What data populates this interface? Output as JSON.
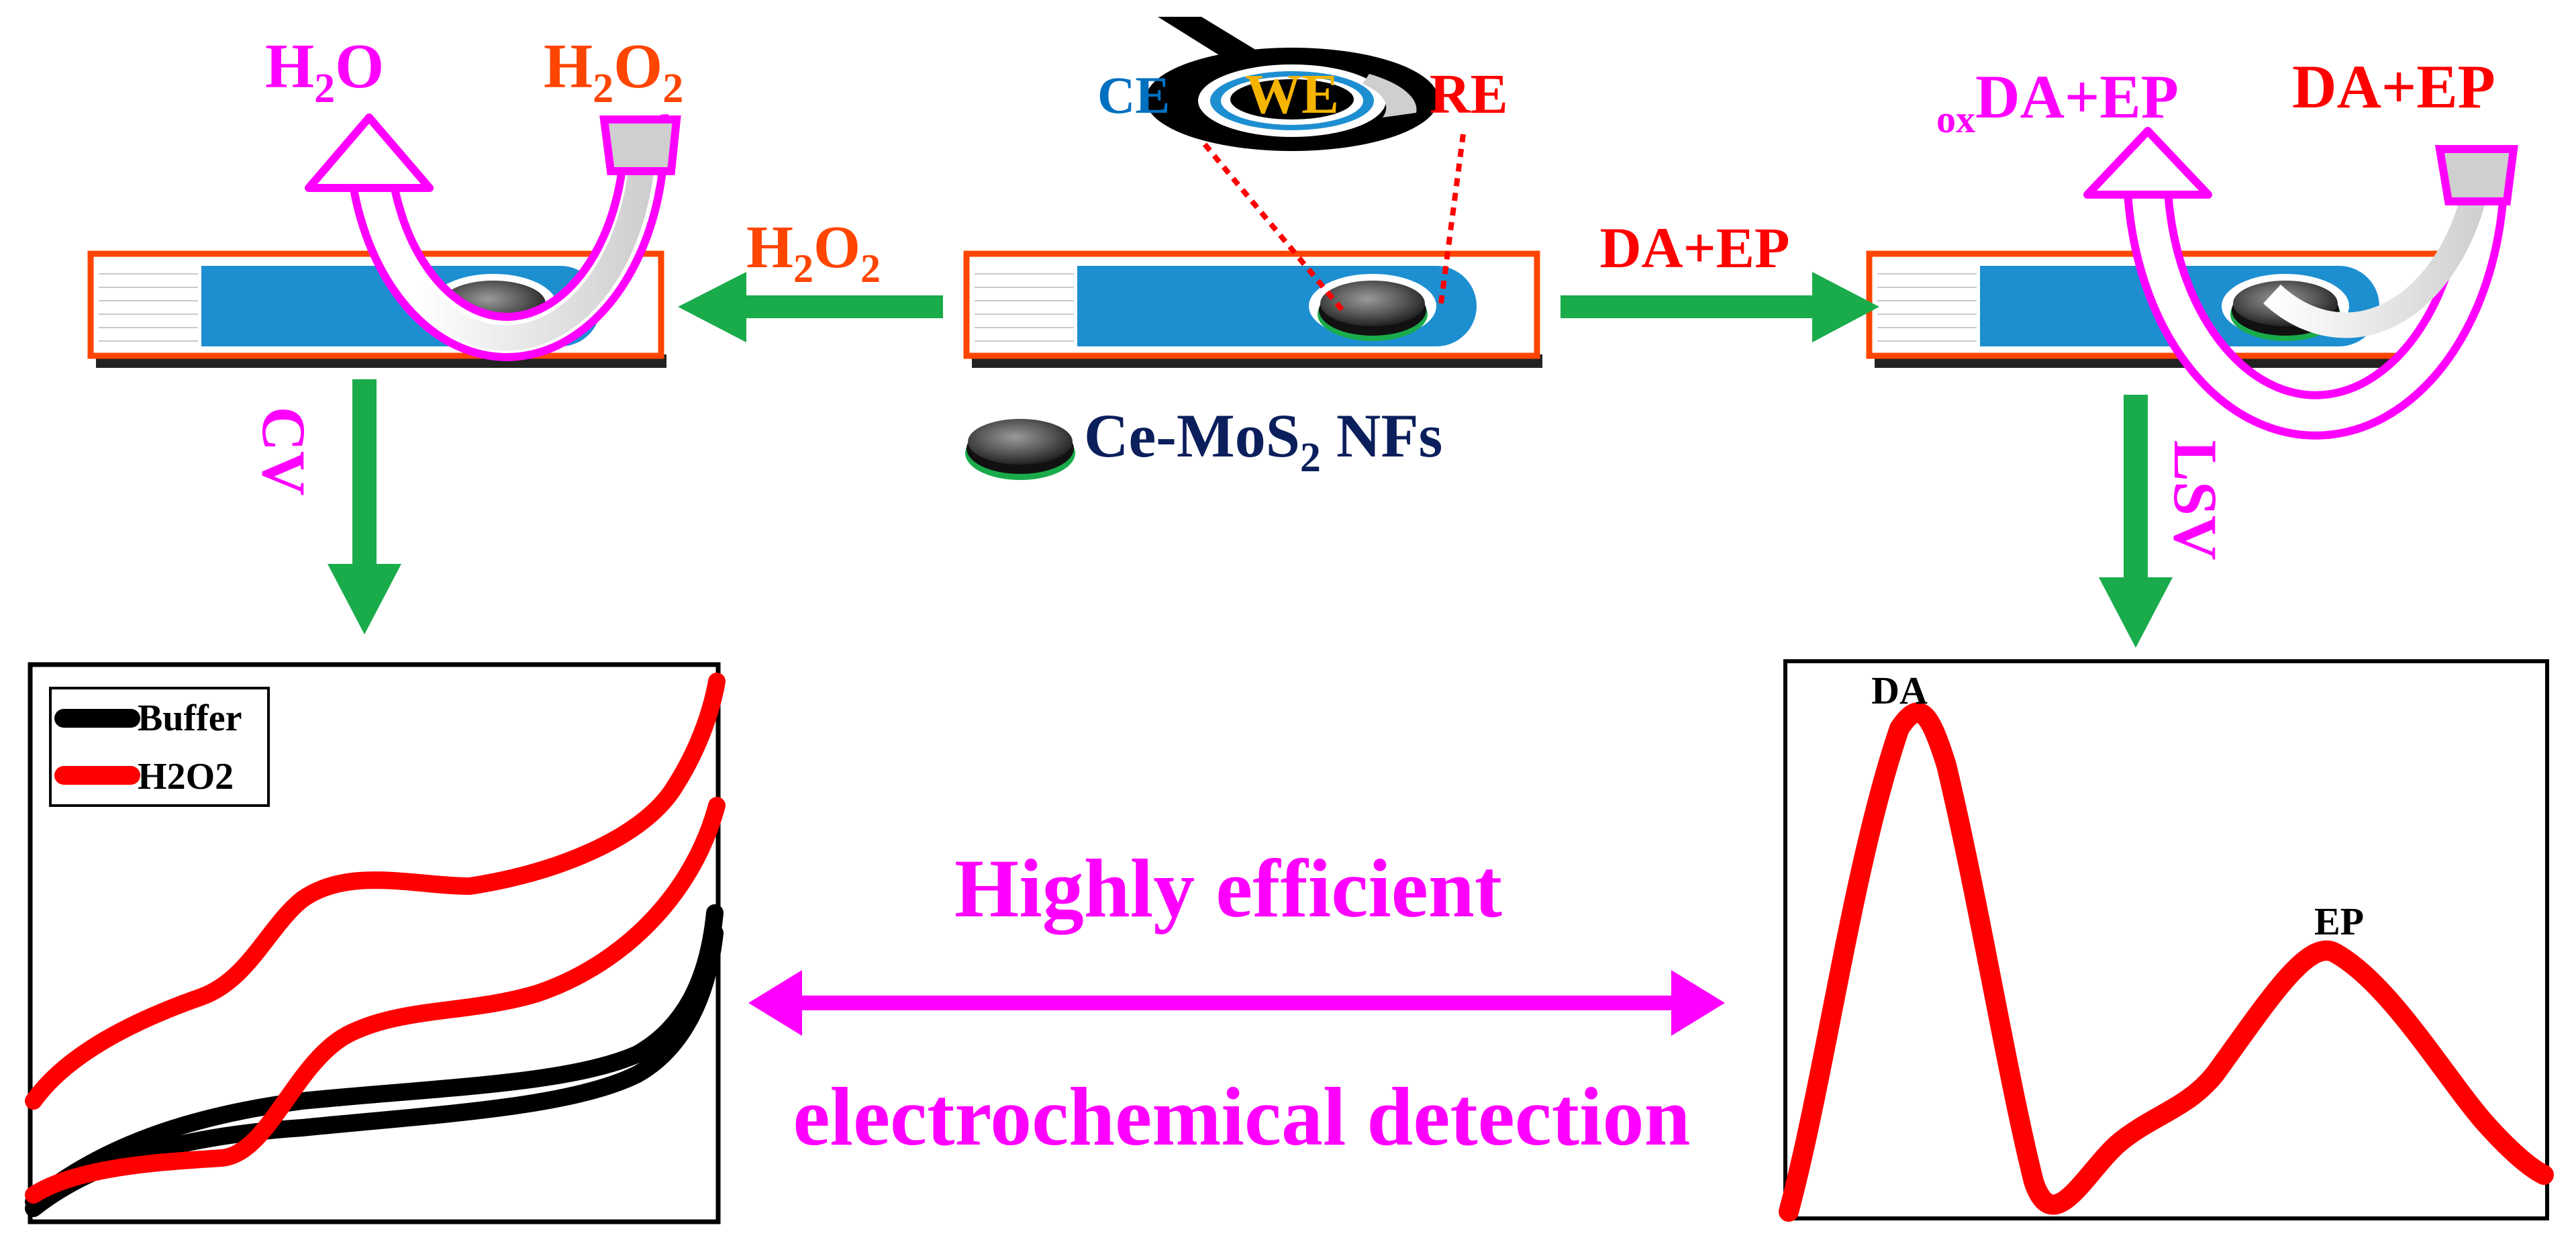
{
  "colors": {
    "magenta": "#ff00ff",
    "orange_red": "#ff4500",
    "red": "#ff0000",
    "green": "#1aab4b",
    "blue": "#0070c0",
    "navy": "#0b1f5c",
    "gold": "#f5b400",
    "electrode_blue": "#1d8fd1",
    "black": "#000000"
  },
  "left_step": {
    "product_main": "H",
    "product_sub": "2",
    "product_end": "O",
    "reactant_h": "H",
    "reactant_s1": "2",
    "reactant_o": "O",
    "reactant_s2": "2",
    "arrow_label_h": "H",
    "arrow_label_s1": "2",
    "arrow_label_o": "O",
    "arrow_label_s2": "2",
    "technique": "CV"
  },
  "center": {
    "ce": "CE",
    "we": "WE",
    "re": "RE",
    "material_a": "Ce-MoS",
    "material_sub": "2",
    "material_b": " NFs"
  },
  "right_step": {
    "product_prefix": "ox",
    "product_main": "DA+EP",
    "reactant": "DA+EP",
    "arrow_label": "DA+EP",
    "technique": "LSV"
  },
  "middle": {
    "line1": "Highly efficient",
    "line2": "electrochemical detection"
  },
  "cv_plot": {
    "legend_buffer": "Buffer",
    "legend_h": "H",
    "legend_s1": "2",
    "legend_o": "O",
    "legend_s2": "2"
  },
  "lsv_plot": {
    "peak1": "DA",
    "peak2": "EP"
  }
}
